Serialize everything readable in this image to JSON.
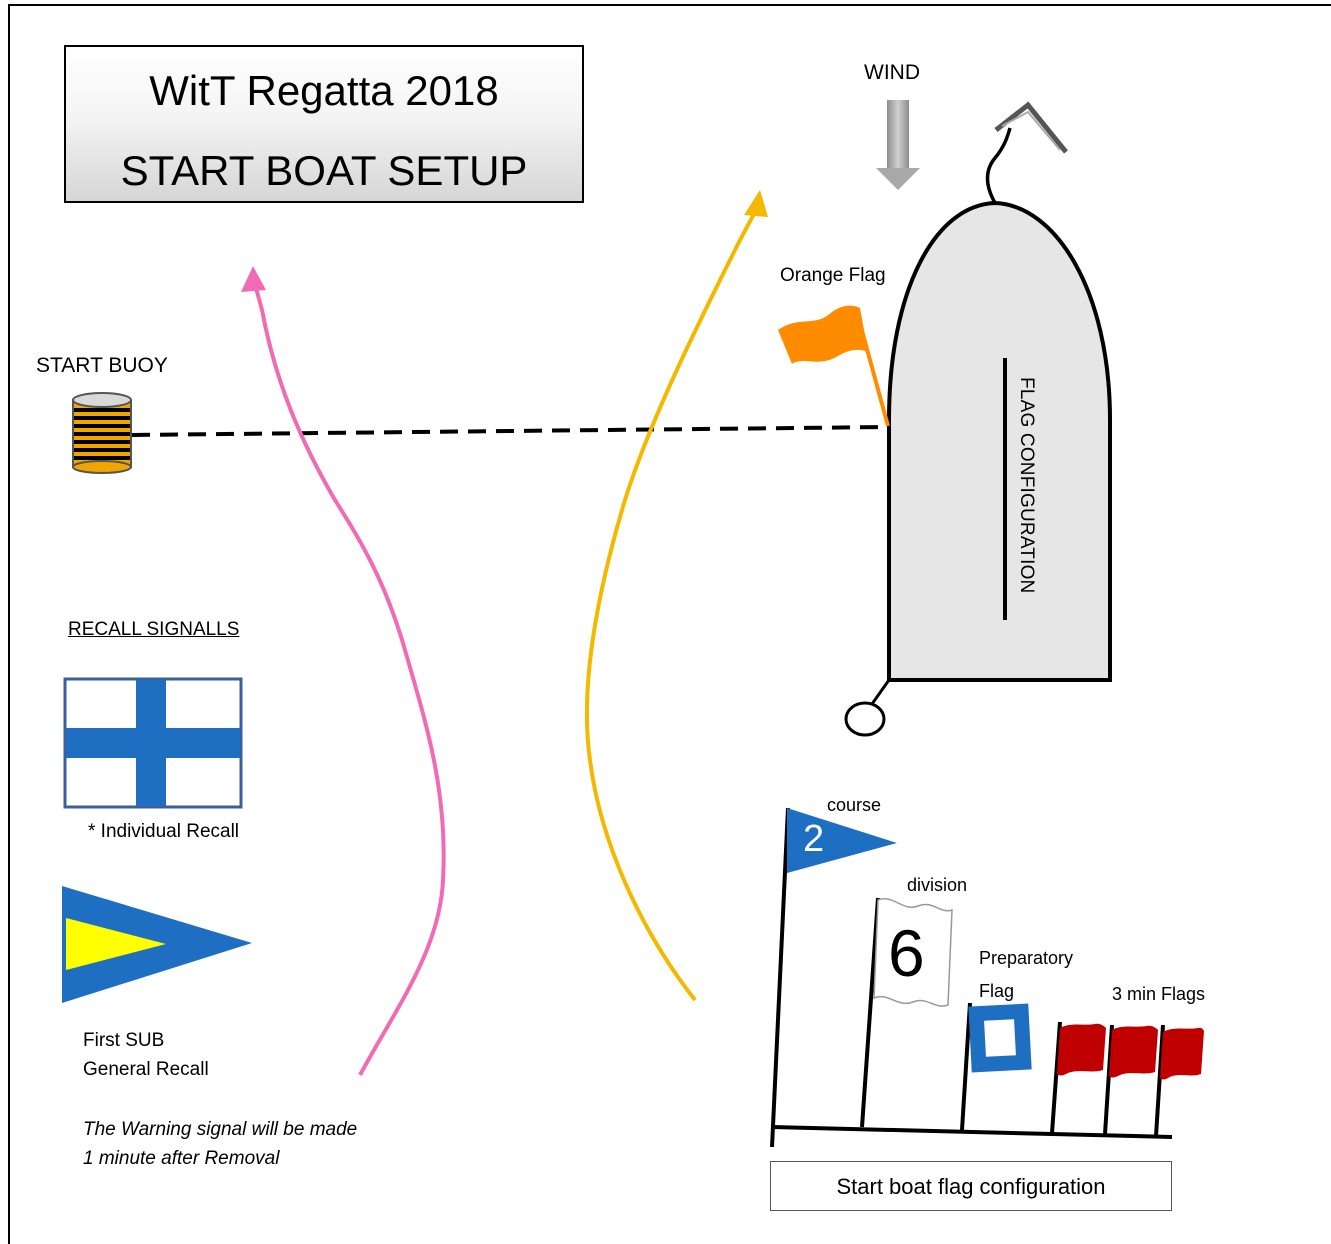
{
  "title": {
    "line1": "WitT Regatta 2018",
    "line2": "START BOAT SETUP"
  },
  "labels": {
    "wind": "WIND",
    "start_buoy": "START BUOY",
    "orange_flag": "Orange Flag",
    "flag_configuration": "FLAG CONFIGURATION",
    "recall_heading": "RECALL SIGNALLS",
    "individual_recall": "* Individual Recall",
    "first_sub": "First SUB",
    "general_recall": "General Recall",
    "warning_line1": "The Warning signal will be made",
    "warning_line2": "1 minute after Removal",
    "course": "course",
    "course_number": "2",
    "division": "division",
    "division_number": "6",
    "preparatory": "Preparatory",
    "preparatory_flag": "Flag",
    "three_min_flags": "3 min Flags",
    "caption": "Start boat flag configuration"
  },
  "colors": {
    "pink_track": "#f06bb4",
    "yellow_track": "#f5b800",
    "orange_flag": "#ff8c00",
    "flag_blue": "#1e6fc2",
    "red_flag": "#c00000",
    "recall_yellow": "#ffff00",
    "boat_fill": "#e6e6e6",
    "buoy_stripe": "#f0a500"
  }
}
